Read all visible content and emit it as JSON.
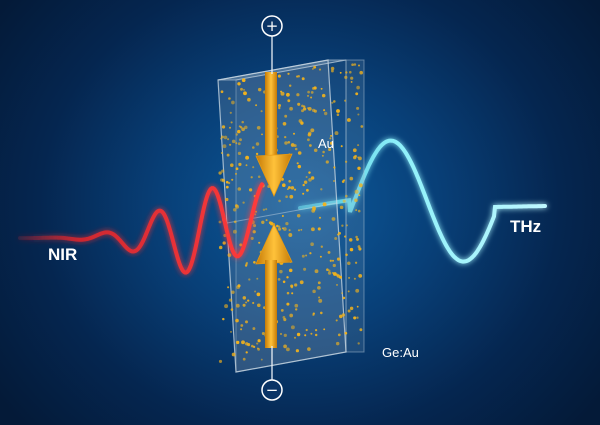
{
  "labels": {
    "nir": "NIR",
    "thz": "THz",
    "electrode": "Au",
    "substrate": "Ge:Au",
    "plus": "+",
    "minus": "−"
  },
  "colors": {
    "background": "#052650",
    "nir_pulse": "#e8262a",
    "thz_wave": "#5fe0f0",
    "electrode": "#f2a410",
    "particles": "#f2b21c",
    "slab_front": "#9fb6c8"
  }
}
